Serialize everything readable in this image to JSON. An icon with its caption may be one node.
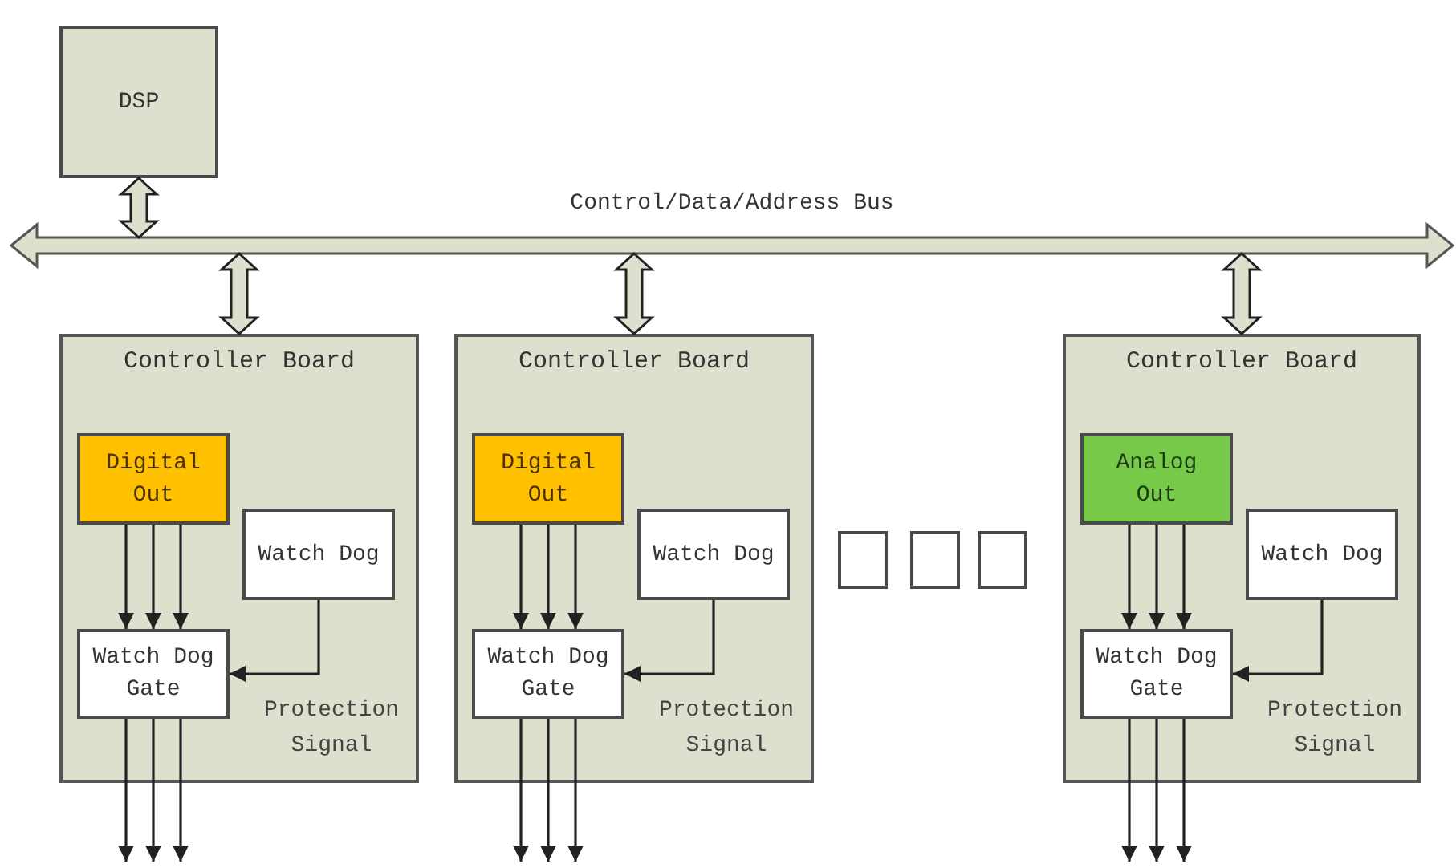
{
  "diagram": {
    "nodes": [
      {
        "text": [
          "DSP"
        ]
      },
      {
        "text": [
          "Control/Data/Address Bus"
        ]
      },
      {
        "text": [
          "Controller Board"
        ]
      },
      {
        "text": [
          "Digital Out"
        ],
        "in": 2
      },
      {
        "text": [
          "Watch Dog"
        ],
        "in": 2
      },
      {
        "text": [
          "Watch Dog Gate"
        ],
        "in": 2
      },
      {
        "text": [
          "Controller Board"
        ]
      },
      {
        "text": [
          "Digital Out"
        ],
        "in": 6
      },
      {
        "text": [
          "Watch Dog"
        ],
        "in": 6
      },
      {
        "text": [
          "Watch Dog Gate"
        ],
        "in": 6
      },
      {
        "text": [],
        "shape": "box"
      },
      {
        "text": [],
        "shape": "box"
      },
      {
        "text": [],
        "shape": "box"
      },
      {
        "text": [
          "Controller Board"
        ]
      },
      {
        "text": [
          "Analog Out"
        ],
        "in": 13
      },
      {
        "text": [
          "Watch Dog"
        ],
        "in": 13
      },
      {
        "text": [
          "Watch Dog Gate"
        ],
        "in": 13
      }
    ],
    "edges": [
      {
        "from": 0,
        "to": 1,
        "arrow": "both",
        "style": "thick"
      },
      {
        "from": 1,
        "to": 2,
        "arrow": "both",
        "style": "thick"
      },
      {
        "from": 1,
        "to": 6,
        "arrow": "both",
        "style": "thick"
      },
      {
        "from": 1,
        "to": 13,
        "arrow": "both",
        "style": "thick"
      },
      {
        "from": 3,
        "to": 5,
        "arrow": "to"
      },
      {
        "from": 3,
        "to": 5,
        "arrow": "to"
      },
      {
        "from": 3,
        "to": 5,
        "arrow": "to"
      },
      {
        "from": 4,
        "to": 5,
        "label": "Protection Signal",
        "arrow": "to"
      },
      {
        "from": 5,
        "to": null,
        "arrow": "to"
      },
      {
        "from": 5,
        "to": null,
        "arrow": "to"
      },
      {
        "from": 5,
        "to": null,
        "arrow": "to"
      },
      {
        "from": 7,
        "to": 9,
        "arrow": "to"
      },
      {
        "from": 7,
        "to": 9,
        "arrow": "to"
      },
      {
        "from": 7,
        "to": 9,
        "arrow": "to"
      },
      {
        "from": 8,
        "to": 9,
        "label": "Protection Signal",
        "arrow": "to"
      },
      {
        "from": 9,
        "to": null,
        "arrow": "to"
      },
      {
        "from": 9,
        "to": null,
        "arrow": "to"
      },
      {
        "from": 9,
        "to": null,
        "arrow": "to"
      },
      {
        "from": 14,
        "to": 16,
        "arrow": "to"
      },
      {
        "from": 14,
        "to": 16,
        "arrow": "to"
      },
      {
        "from": 14,
        "to": 16,
        "arrow": "to"
      },
      {
        "from": 15,
        "to": 16,
        "label": "Protection Signal",
        "arrow": "to"
      },
      {
        "from": 16,
        "to": null,
        "arrow": "to"
      },
      {
        "from": 16,
        "to": null,
        "arrow": "to"
      },
      {
        "from": 16,
        "to": null,
        "arrow": "to"
      }
    ]
  }
}
